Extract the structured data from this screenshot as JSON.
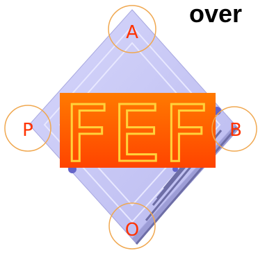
{
  "heading": "over",
  "banner": {
    "text": "FEF"
  },
  "vertices": {
    "top": "A",
    "right": "B",
    "bottom": "O",
    "left": "P"
  },
  "colors": {
    "diamond_fill": "#c9c9f5",
    "diamond_dark": "#8e8ec8",
    "banner_top": "#ff7a00",
    "banner_bottom": "#ff4400",
    "banner_text_outline": "#ffd23a",
    "circle_stroke": "#f0a850",
    "label_color": "#ff3300"
  }
}
